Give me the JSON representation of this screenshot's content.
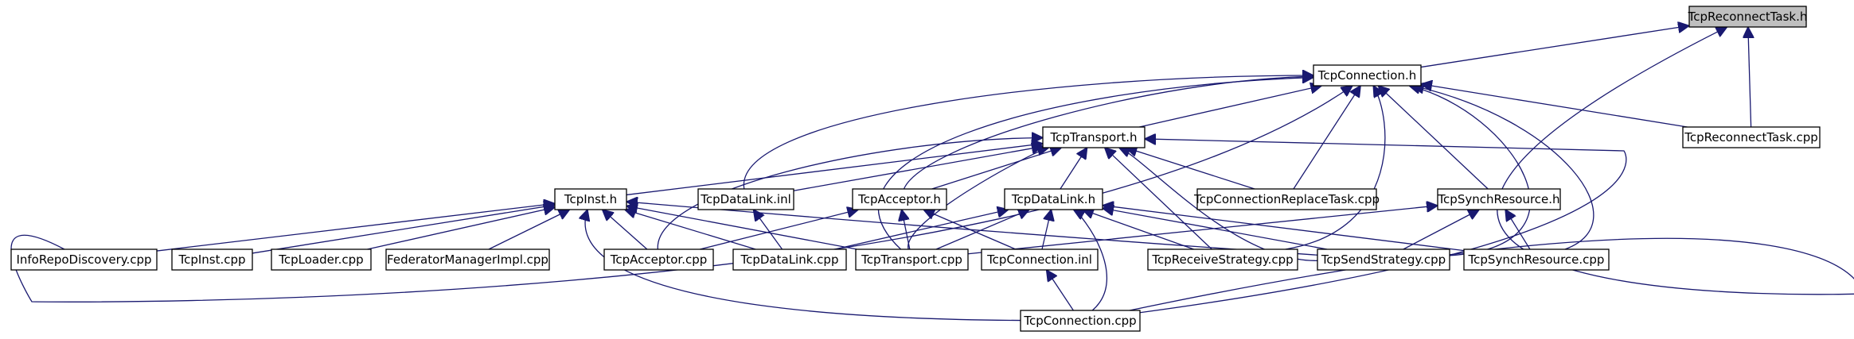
{
  "colors": {
    "edge": "#191970",
    "node_fill": "#ffffff",
    "root_fill": "#bfbfbf",
    "border": "#000000"
  },
  "nodes": [
    {
      "id": "TcpReconnectTask_h",
      "label": "TcpReconnectTask.h",
      "root": true
    },
    {
      "id": "TcpConnection_h",
      "label": "TcpConnection.h"
    },
    {
      "id": "TcpTransport_h",
      "label": "TcpTransport.h"
    },
    {
      "id": "TcpReconnectTask_cpp",
      "label": "TcpReconnectTask.cpp"
    },
    {
      "id": "TcpInst_h",
      "label": "TcpInst.h"
    },
    {
      "id": "TcpDataLink_inl",
      "label": "TcpDataLink.inl"
    },
    {
      "id": "TcpAcceptor_h",
      "label": "TcpAcceptor.h"
    },
    {
      "id": "TcpDataLink_h",
      "label": "TcpDataLink.h"
    },
    {
      "id": "TcpConnectionReplaceTask_cpp",
      "label": "TcpConnectionReplaceTask.cpp"
    },
    {
      "id": "TcpSynchResource_h",
      "label": "TcpSynchResource.h"
    },
    {
      "id": "InfoRepoDiscovery_cpp",
      "label": "InfoRepoDiscovery.cpp"
    },
    {
      "id": "TcpInst_cpp",
      "label": "TcpInst.cpp"
    },
    {
      "id": "TcpLoader_cpp",
      "label": "TcpLoader.cpp"
    },
    {
      "id": "FederatorManagerImpl_cpp",
      "label": "FederatorManagerImpl.cpp"
    },
    {
      "id": "TcpAcceptor_cpp",
      "label": "TcpAcceptor.cpp"
    },
    {
      "id": "TcpDataLink_cpp",
      "label": "TcpDataLink.cpp"
    },
    {
      "id": "TcpTransport_cpp",
      "label": "TcpTransport.cpp"
    },
    {
      "id": "TcpConnection_inl",
      "label": "TcpConnection.inl"
    },
    {
      "id": "TcpReceiveStrategy_cpp",
      "label": "TcpReceiveStrategy.cpp"
    },
    {
      "id": "TcpSendStrategy_cpp",
      "label": "TcpSendStrategy.cpp"
    },
    {
      "id": "TcpSynchResource_cpp",
      "label": "TcpSynchResource.cpp"
    },
    {
      "id": "TcpConnection_cpp",
      "label": "TcpConnection.cpp"
    }
  ],
  "edges": [
    [
      "TcpConnection_h",
      "TcpReconnectTask_h"
    ],
    [
      "TcpReconnectTask_cpp",
      "TcpReconnectTask_h"
    ],
    [
      "TcpConnection_cpp",
      "TcpReconnectTask_h"
    ],
    [
      "TcpTransport_h",
      "TcpConnection_h"
    ],
    [
      "TcpReconnectTask_cpp",
      "TcpConnection_h"
    ],
    [
      "InfoRepoDiscovery_cpp",
      "TcpConnection_h"
    ],
    [
      "TcpDataLink_inl",
      "TcpConnection_h"
    ],
    [
      "TcpAcceptor_h",
      "TcpConnection_h"
    ],
    [
      "TcpTransport_cpp",
      "TcpConnection_h"
    ],
    [
      "TcpConnectionReplaceTask_cpp",
      "TcpConnection_h"
    ],
    [
      "TcpSynchResource_h",
      "TcpConnection_h"
    ],
    [
      "TcpReceiveStrategy_cpp",
      "TcpConnection_h"
    ],
    [
      "TcpSendStrategy_cpp",
      "TcpConnection_h"
    ],
    [
      "TcpSynchResource_cpp",
      "TcpConnection_h"
    ],
    [
      "TcpInst_h",
      "TcpTransport_h"
    ],
    [
      "TcpDataLink_inl",
      "TcpTransport_h"
    ],
    [
      "TcpAcceptor_h",
      "TcpTransport_h"
    ],
    [
      "TcpDataLink_h",
      "TcpTransport_h"
    ],
    [
      "TcpConnectionReplaceTask_cpp",
      "TcpTransport_h"
    ],
    [
      "TcpAcceptor_cpp",
      "TcpTransport_h"
    ],
    [
      "TcpTransport_cpp",
      "TcpTransport_h"
    ],
    [
      "TcpReceiveStrategy_cpp",
      "TcpTransport_h"
    ],
    [
      "TcpSendStrategy_cpp",
      "TcpTransport_h"
    ],
    [
      "TcpConnection_cpp",
      "TcpTransport_h"
    ],
    [
      "InfoRepoDiscovery_cpp",
      "TcpInst_h"
    ],
    [
      "TcpInst_cpp",
      "TcpInst_h"
    ],
    [
      "TcpLoader_cpp",
      "TcpInst_h"
    ],
    [
      "FederatorManagerImpl_cpp",
      "TcpInst_h"
    ],
    [
      "TcpAcceptor_cpp",
      "TcpInst_h"
    ],
    [
      "TcpDataLink_cpp",
      "TcpInst_h"
    ],
    [
      "TcpTransport_cpp",
      "TcpInst_h"
    ],
    [
      "TcpSendStrategy_cpp",
      "TcpInst_h"
    ],
    [
      "TcpConnection_cpp",
      "TcpInst_h"
    ],
    [
      "TcpDataLink_cpp",
      "TcpDataLink_inl"
    ],
    [
      "TcpAcceptor_cpp",
      "TcpAcceptor_h"
    ],
    [
      "TcpTransport_cpp",
      "TcpAcceptor_h"
    ],
    [
      "TcpConnection_inl",
      "TcpAcceptor_h"
    ],
    [
      "TcpDataLink_cpp",
      "TcpDataLink_h"
    ],
    [
      "TcpTransport_cpp",
      "TcpDataLink_h"
    ],
    [
      "TcpConnection_inl",
      "TcpDataLink_h"
    ],
    [
      "TcpReceiveStrategy_cpp",
      "TcpDataLink_h"
    ],
    [
      "TcpSendStrategy_cpp",
      "TcpDataLink_h"
    ],
    [
      "TcpSynchResource_cpp",
      "TcpDataLink_h"
    ],
    [
      "TcpConnection_cpp",
      "TcpDataLink_h"
    ],
    [
      "TcpTransport_cpp",
      "TcpSynchResource_h"
    ],
    [
      "TcpSendStrategy_cpp",
      "TcpSynchResource_h"
    ],
    [
      "TcpSynchResource_cpp",
      "TcpSynchResource_h"
    ],
    [
      "TcpConnection_cpp",
      "TcpConnection_inl"
    ]
  ]
}
